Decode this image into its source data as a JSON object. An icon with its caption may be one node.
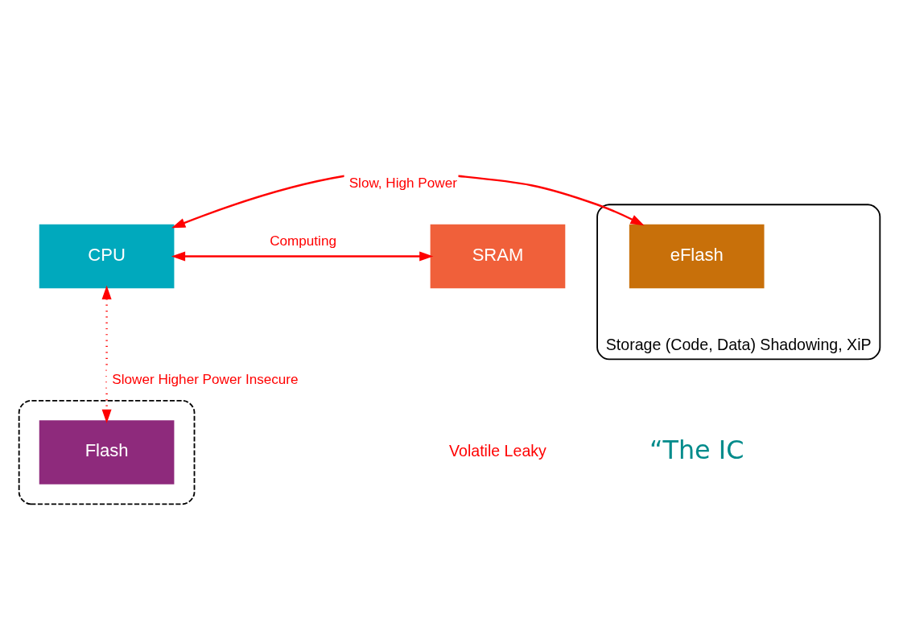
{
  "diagram": {
    "nodes": [
      {
        "text": [
          "Storage (Code, Data) Shadowing, XiP"
        ]
      },
      {
        "text": [],
        "shape": "box"
      },
      {
        "text": [
          "CPU"
        ]
      },
      {
        "text": [
          "SRAM"
        ]
      },
      {
        "text": [
          "eFlash"
        ],
        "in": 0
      },
      {
        "text": [
          "Flash"
        ],
        "in": 1
      }
    ],
    "edges": [
      {
        "from": 2,
        "to": 4,
        "arrow": "both",
        "label": "Slow, High Power"
      },
      {
        "from": 2,
        "to": 3,
        "arrow": "both",
        "label": "Computing"
      },
      {
        "from": 2,
        "to": 5,
        "arrow": "both",
        "label": "Slower Higher Power Insecure",
        "style": "dashed"
      }
    ],
    "labels": [
      "Volatile Leaky",
      "“The IC"
    ]
  }
}
